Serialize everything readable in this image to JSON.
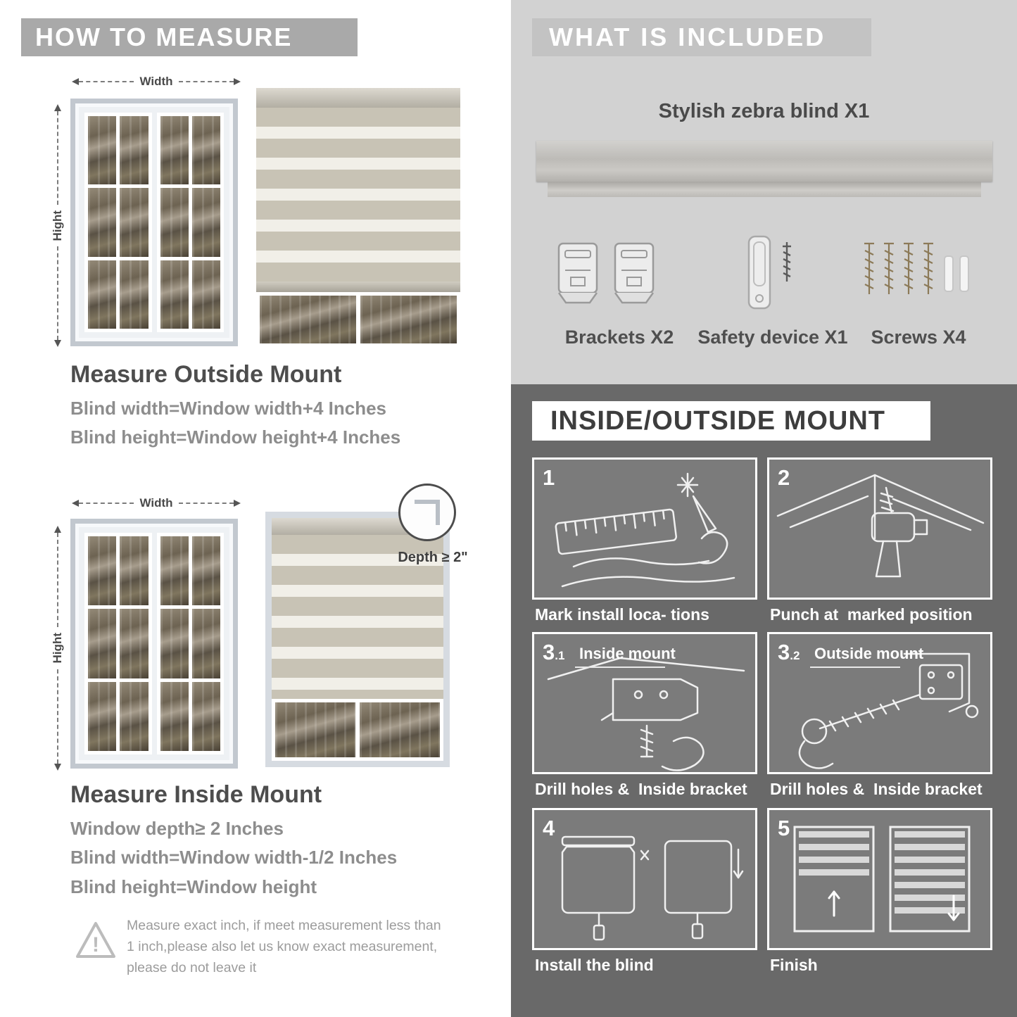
{
  "colors": {
    "banner_gray": "#a9a9a9",
    "banner_light": "#c3c3c3",
    "section_light": "#d2d2d2",
    "section_dark": "#696969",
    "heading_dark": "#4d4d4d",
    "body_gray": "#8d8d8d"
  },
  "left": {
    "header": "HOW TO MEASURE",
    "labels": {
      "width": "Width",
      "height": "Hight",
      "depth": "Depth ≥ 2\""
    },
    "outside": {
      "heading": "Measure Outside Mount",
      "line1": "Blind width=Window width+4 Inches",
      "line2": "Blind height=Window height+4 Inches"
    },
    "inside": {
      "heading": "Measure Inside Mount",
      "line1": "Window depth≥ 2 Inches",
      "line2": "Blind width=Window width-1/2 Inches",
      "line3": "Blind height=Window height"
    },
    "warning": "Measure exact inch, if meet measurement less than 1 inch,please also let us know exact measurement, please do not leave it"
  },
  "right": {
    "included": {
      "header": "WHAT IS INCLUDED",
      "blind_label": "Stylish zebra blind X1",
      "parts": [
        {
          "label": "Brackets X2"
        },
        {
          "label": "Safety device X1"
        },
        {
          "label": "Screws X4"
        }
      ]
    },
    "mount": {
      "header": "INSIDE/OUTSIDE MOUNT",
      "steps": [
        {
          "num": "1",
          "sub": "",
          "title": "",
          "caption": "Mark install loca- tions"
        },
        {
          "num": "2",
          "sub": "",
          "title": "",
          "caption": "Punch at  marked position"
        },
        {
          "num": "3",
          "sub": ".1",
          "title": "Inside mount",
          "caption": "Drill holes &  Inside bracket"
        },
        {
          "num": "3",
          "sub": ".2",
          "title": "Outside mount",
          "caption": "Drill holes &  Inside bracket"
        },
        {
          "num": "4",
          "sub": "",
          "title": "",
          "caption": "Install the blind"
        },
        {
          "num": "5",
          "sub": "",
          "title": "",
          "caption": "Finish"
        }
      ]
    }
  }
}
